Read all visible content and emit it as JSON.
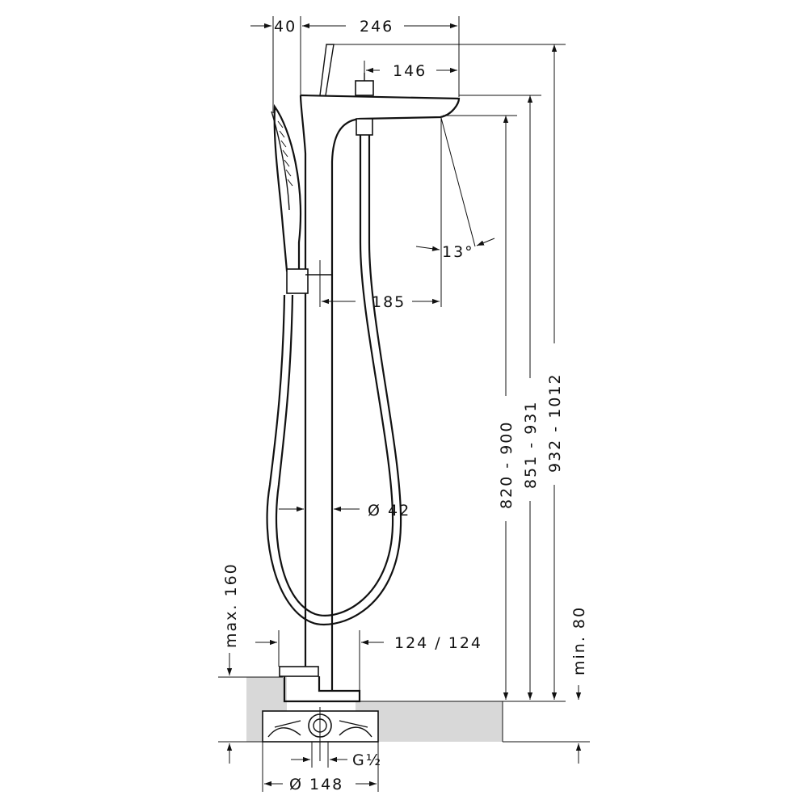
{
  "dimensions": {
    "wall_offset": "40",
    "spout_reach": "246",
    "control_distance": "146",
    "spout_angle": "13°",
    "handshower_distance": "185",
    "spout_height": "820 - 900",
    "top_height": "851 - 931",
    "total_height": "932 - 1012",
    "column_diameter": "Ø 42",
    "max_depth": "max. 160",
    "min_depth": "min. 80",
    "base_size": "124 / 124",
    "connection": "G½",
    "base_diameter": "Ø 148"
  }
}
